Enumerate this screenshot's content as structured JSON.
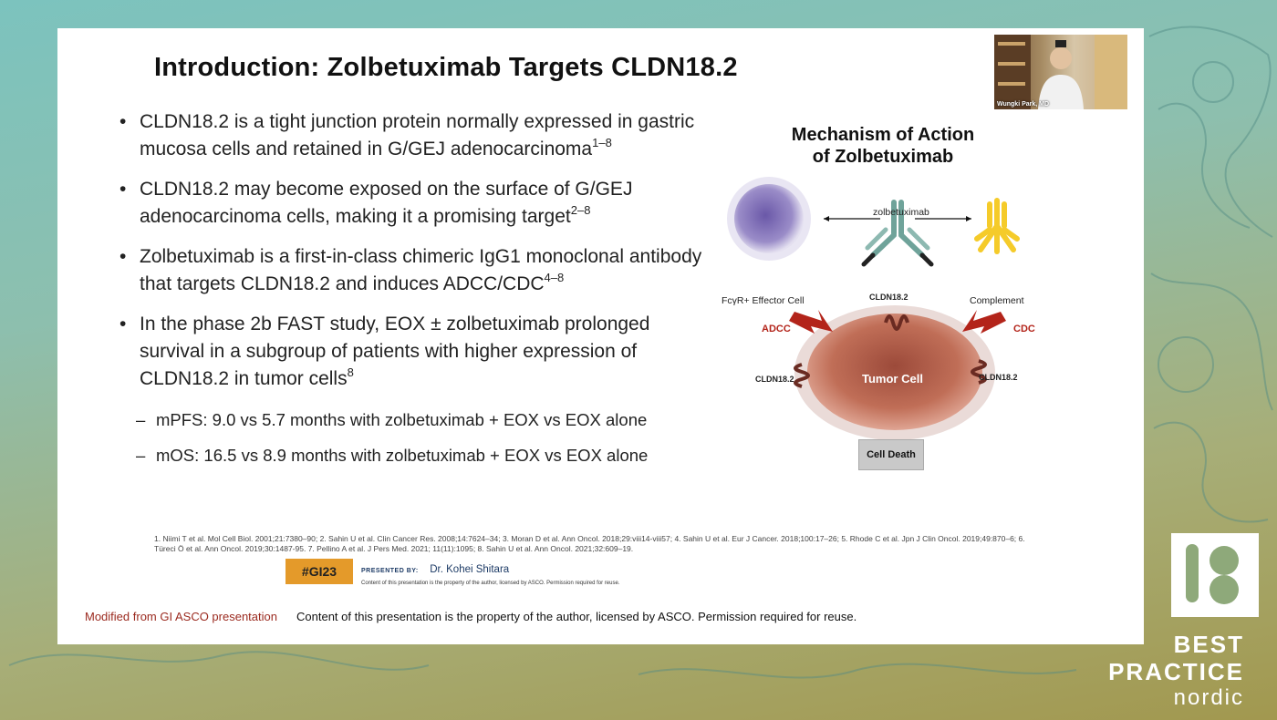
{
  "slide": {
    "title": "Introduction: Zolbetuximab Targets CLDN18.2",
    "bullets": [
      {
        "text": "CLDN18.2 is a tight junction protein normally expressed in gastric mucosa cells and retained in G/GEJ adenocarcinoma",
        "sup": "1–8"
      },
      {
        "text": "CLDN18.2 may become exposed on the surface of G/GEJ adenocarcinoma cells, making it a promising target",
        "sup": "2–8"
      },
      {
        "text": "Zolbetuximab is a first-in-class chimeric IgG1 monoclonal antibody that targets CLDN18.2 and induces ADCC/CDC",
        "sup": "4–8"
      },
      {
        "text": "In the phase 2b FAST study, EOX ± zolbetuximab prolonged survival in a subgroup of patients with higher expression of CLDN18.2 in tumor cells",
        "sup": "8"
      }
    ],
    "subbullets": [
      "mPFS: 9.0 vs 5.7 months with zolbetuximab + EOX vs EOX alone",
      "mOS: 16.5 vs 8.9 months with zolbetuximab + EOX vs EOX alone"
    ],
    "references": "1. Niimi T et al. Mol Cell Biol. 2001;21:7380–90; 2. Sahin U et al. Clin Cancer Res. 2008;14:7624–34; 3. Moran D et al. Ann Oncol. 2018;29:viii14-viii57; 4. Sahin U et al. Eur J Cancer. 2018;100:17–26; 5. Rhode C et al. Jpn J Clin Oncol. 2019;49:870–6; 6. Türeci Ö et al. Ann Oncol. 2019;30:1487-95. 7. Pellino A et al. J Pers Med. 2021; 11(11):1095; 8. Sahin U et al. Ann Oncol. 2021;32:609–19.",
    "tag": "#GI23",
    "presented_label": "PRESENTED BY:",
    "presenter": "Dr. Kohei Shitara",
    "presented_copyright": "Content of this presentation is the property of the author, licensed by ASCO. Permission required for reuse.",
    "footer_modified": "Modified from GI ASCO presentation",
    "footer_rights": "Content of this presentation is the property of the author, licensed by ASCO. Permission required for reuse.",
    "webcam_name": "Wungki Park, MD"
  },
  "moa": {
    "title_line1": "Mechanism of Action",
    "title_line2": "of Zolbetuximab",
    "zolbetuximab": "zolbetuximab",
    "effector": "FcγR+ Effector Cell",
    "complement": "Complement",
    "cldn_top": "CLDN18.2",
    "cldn_left": "CLDN18.2",
    "cldn_right": "CLDN18.2",
    "adcc": "ADCC",
    "cdc": "CDC",
    "tumor": "Tumor Cell",
    "death": "Cell Death"
  },
  "brand": {
    "line1": "BEST",
    "line2": "PRACTICE",
    "line3": "nordic"
  },
  "colors": {
    "tag_bg": "#e49a2a",
    "accent_red": "#b3241a",
    "antibody": "#6fa39a",
    "complement": "#f5cb2a",
    "effector": "#8a7bbf",
    "tumor": "#b45f4a"
  }
}
